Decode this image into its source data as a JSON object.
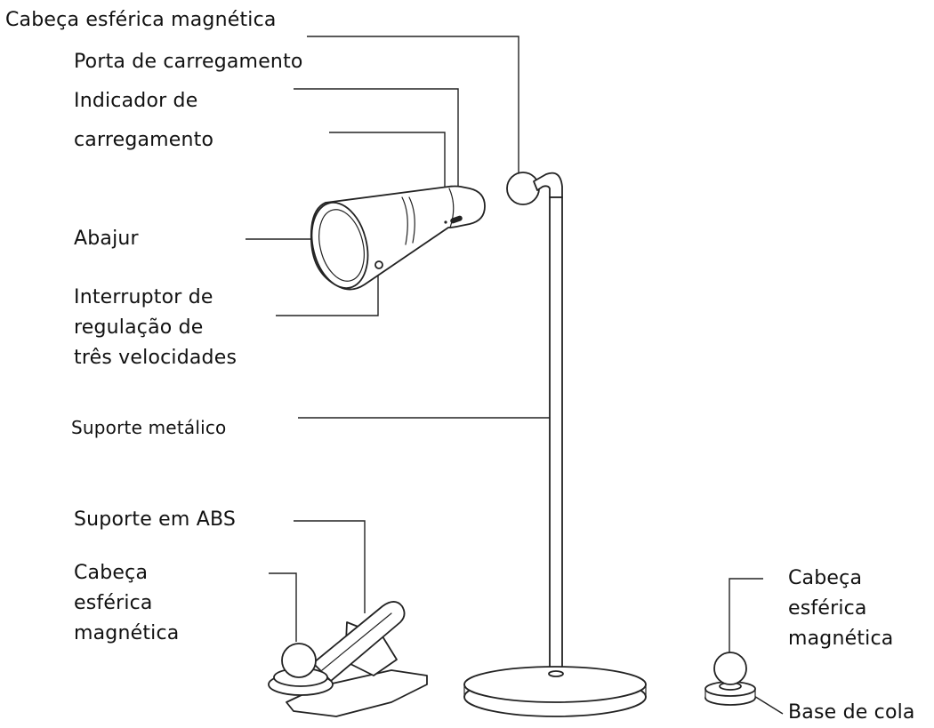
{
  "labels": {
    "ball_head_top": "Cabeça esférica magnética",
    "charging_port": "Porta de carregamento",
    "charging_indicator": [
      "Indicador de",
      "carregamento"
    ],
    "lampshade": "Abajur",
    "dimmer_switch": [
      "Interruptor de",
      "regulação de",
      "três velocidades"
    ],
    "metal_stand": "Suporte metálico",
    "abs_holder": "Suporte em ABS",
    "ball_head_clip": [
      "Cabeça",
      "esférica",
      "magnética"
    ],
    "ball_head_base": [
      "Cabeça",
      "esférica",
      "magnética"
    ],
    "glue_base": "Base de cola"
  }
}
